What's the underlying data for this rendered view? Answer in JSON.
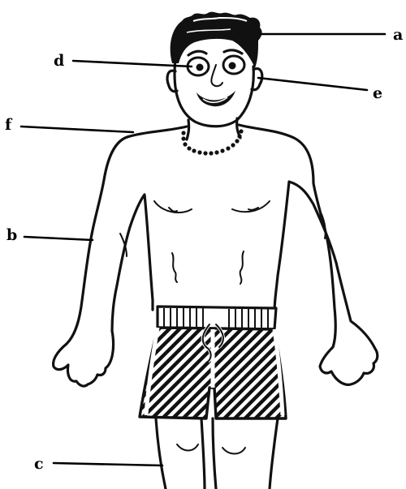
{
  "labels": {
    "a": "a",
    "b": "b",
    "c": "c",
    "d": "d",
    "e": "e",
    "f": "f"
  },
  "colors": {
    "ink": "#111111",
    "background": "#ffffff"
  }
}
